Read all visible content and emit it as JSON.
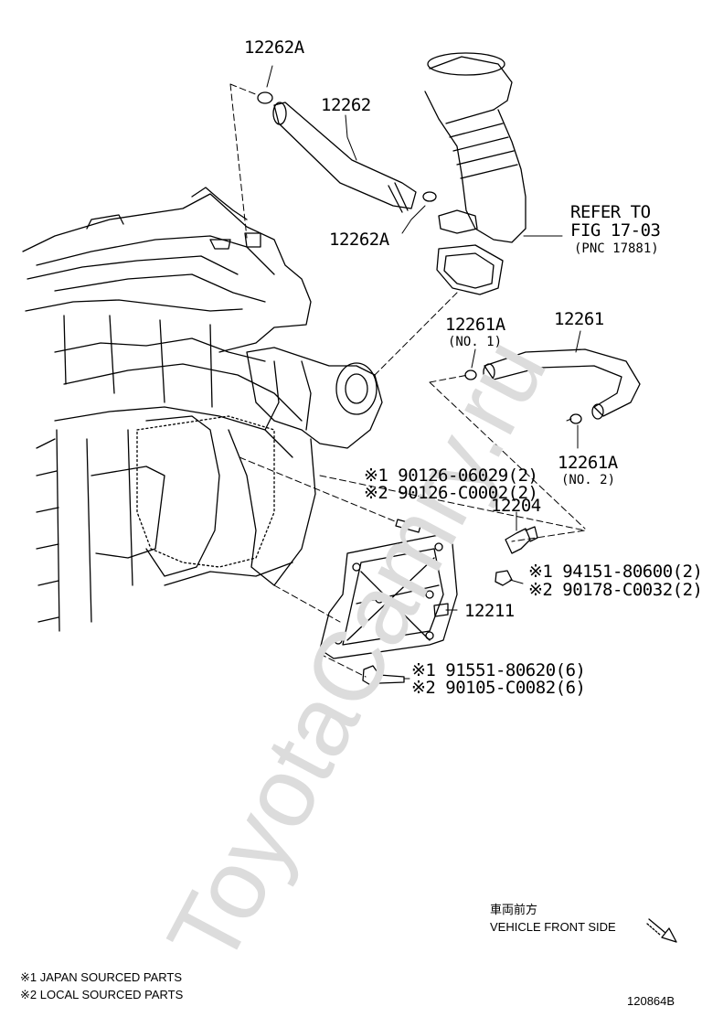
{
  "watermark": "ToyotaCamry.ru",
  "callouts": {
    "p12262A_top": "12262A",
    "p12262": "12262",
    "p12262A_mid": "12262A",
    "refer_line1": "REFER TO",
    "refer_line2": "FIG 17-03",
    "refer_line3": "(PNC 17881)",
    "p12261A_top": "12261A",
    "p12261A_top_sub": "(NO. 1)",
    "p12261": "12261",
    "p12261A_bot": "12261A",
    "p12261A_bot_sub": "(NO. 2)",
    "stud_a": "※1 90126-06029(2)",
    "stud_b": "※2 90126-C0002(2)",
    "p12204": "12204",
    "nut_a": "※1 94151-80600(2)",
    "nut_b": "※2 90178-C0032(2)",
    "p12211": "12211",
    "bolt_a": "※1 91551-80620(6)",
    "bolt_b": "※2 90105-C0082(6)"
  },
  "direction": {
    "jp": "車両前方",
    "en": "VEHICLE FRONT SIDE"
  },
  "legend": {
    "line1": "※1 JAPAN SOURCED PARTS",
    "line2": "※2 LOCAL SOURCED PARTS"
  },
  "figure_id": "120864B"
}
